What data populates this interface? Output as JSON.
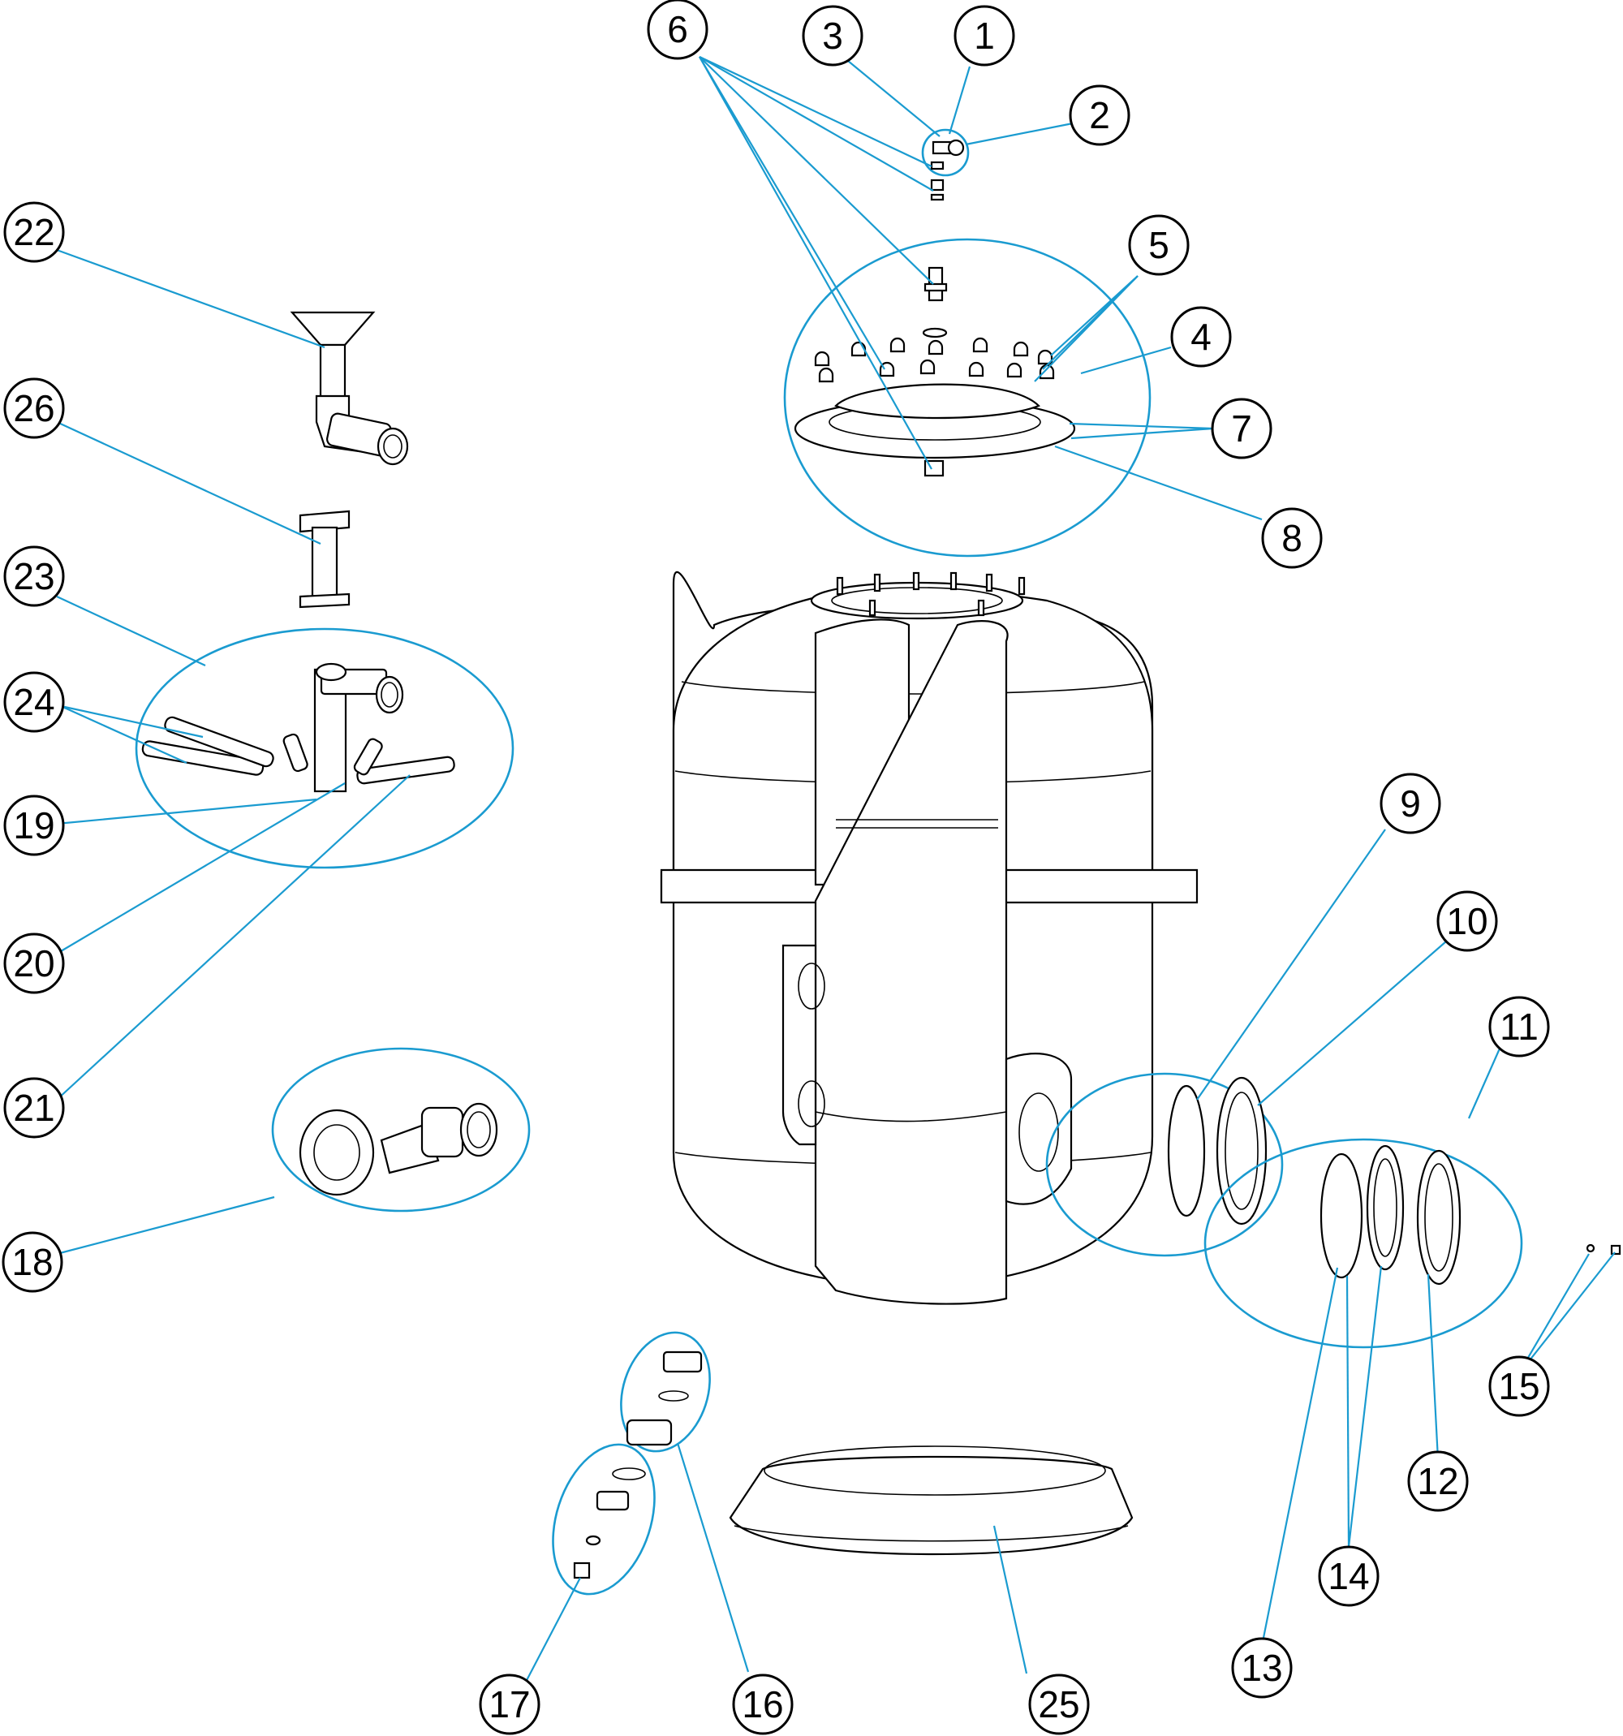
{
  "colors": {
    "leader": "#1a9bd0",
    "outline": "#000000",
    "background": "#ffffff"
  },
  "labels": [
    {
      "text": "1"
    },
    {
      "text": "2"
    },
    {
      "text": "3"
    },
    {
      "text": "4"
    },
    {
      "text": "5"
    },
    {
      "text": "6"
    },
    {
      "text": "7"
    },
    {
      "text": "8"
    },
    {
      "text": "9"
    },
    {
      "text": "10"
    },
    {
      "text": "11"
    },
    {
      "text": "12"
    },
    {
      "text": "13"
    },
    {
      "text": "14"
    },
    {
      "text": "15"
    },
    {
      "text": "16"
    },
    {
      "text": "17"
    },
    {
      "text": "18"
    },
    {
      "text": "19"
    },
    {
      "text": "20"
    },
    {
      "text": "21"
    },
    {
      "text": "22"
    },
    {
      "text": "23"
    },
    {
      "text": "24"
    },
    {
      "text": "25"
    },
    {
      "text": "26"
    }
  ]
}
